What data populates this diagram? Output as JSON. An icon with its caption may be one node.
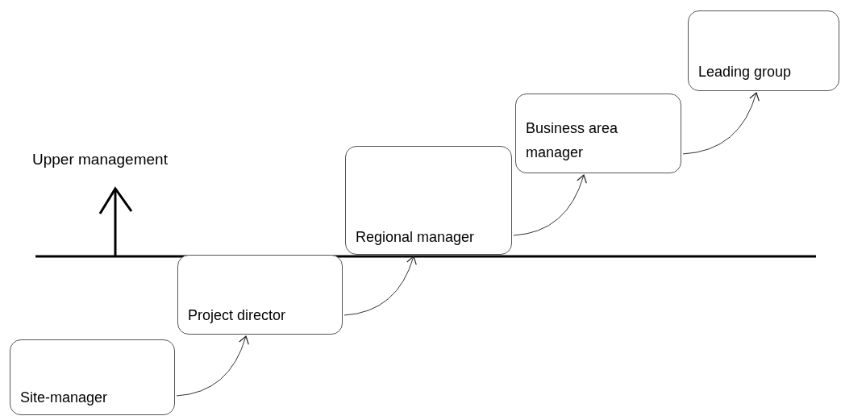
{
  "diagram": {
    "nodes": [
      {
        "text": [
          "Site-manager"
        ]
      },
      {
        "text": [
          "Project director"
        ]
      },
      {
        "text": [
          "Regional manager"
        ]
      },
      {
        "text": [
          "Business area manager"
        ]
      },
      {
        "text": [
          "Leading group"
        ]
      }
    ],
    "edges": [
      {
        "from": 0,
        "to": 1,
        "arrow": "to"
      },
      {
        "from": 1,
        "to": 2,
        "arrow": "to"
      },
      {
        "from": 2,
        "to": 3,
        "arrow": "to"
      },
      {
        "from": 3,
        "to": 4,
        "arrow": "to"
      }
    ],
    "labels": [
      "Upper management"
    ]
  }
}
